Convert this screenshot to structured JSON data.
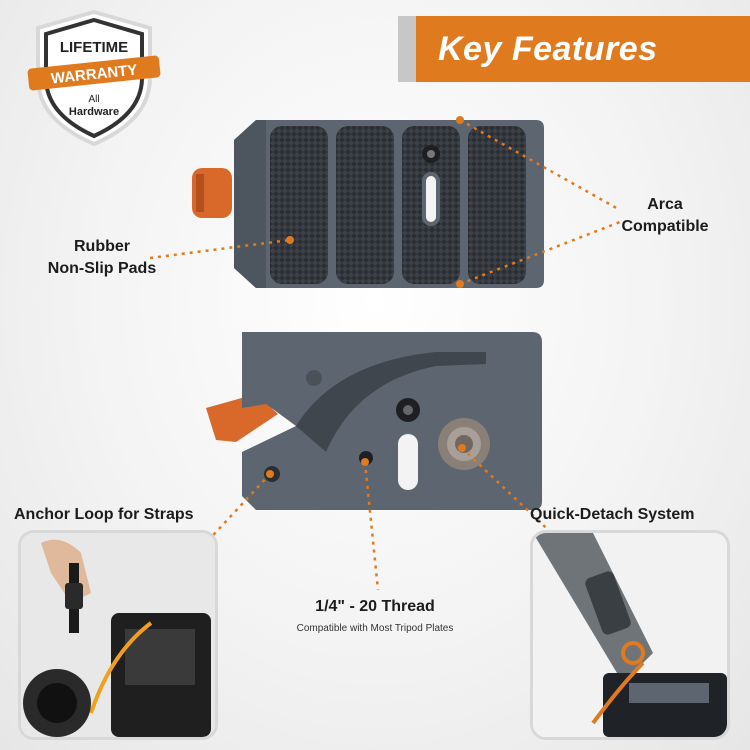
{
  "badge": {
    "line1": "LIFETIME",
    "line2": "WARRANTY",
    "line3": "All",
    "line4": "Hardware"
  },
  "banner": {
    "title": "Key Features"
  },
  "callouts": {
    "rubber_line1": "Rubber",
    "rubber_line2": "Non-Slip Pads",
    "arca_line1": "Arca",
    "arca_line2": "Compatible",
    "anchor": "Anchor Loop for Straps",
    "quick": "Quick-Detach System",
    "thread": "1/4\" - 20 Thread",
    "thread_sub": "Compatible with Most Tripod Plates"
  },
  "colors": {
    "accent": "#e07a1f",
    "banner_side": "#c7c7c7",
    "metal": "#5d6670",
    "pad": "#2b2e33",
    "knob": "#d9692a"
  },
  "icons": {
    "badge": "shield-icon",
    "photos": [
      "strap-photo",
      "camera-strap-photo"
    ]
  }
}
